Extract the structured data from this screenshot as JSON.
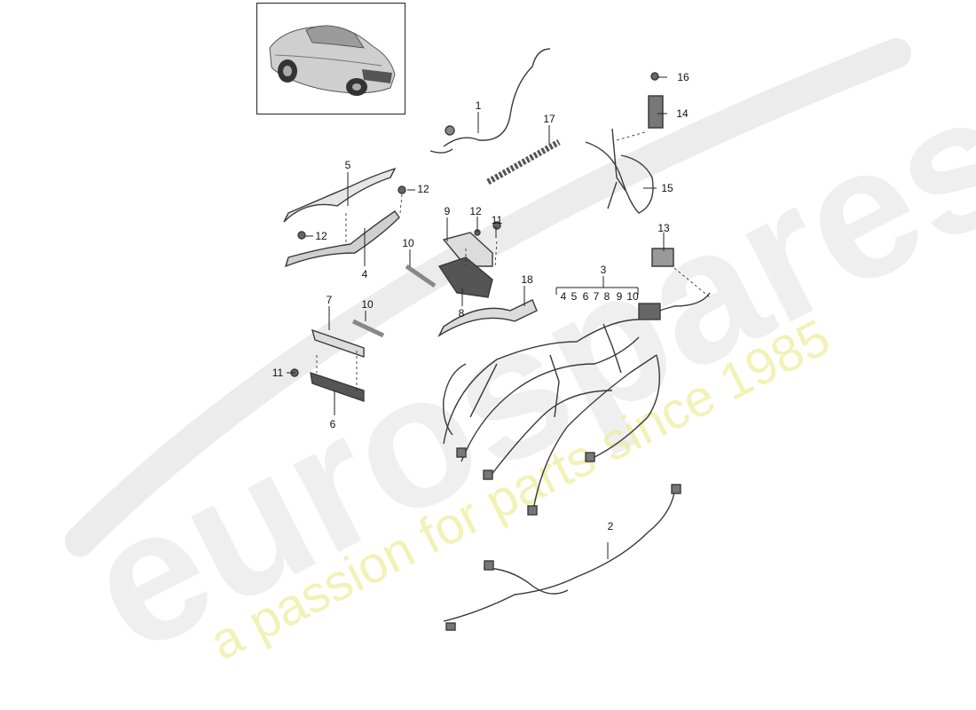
{
  "watermark": {
    "brand": "eurospares",
    "tagline": "a passion for parts since 1985",
    "brand_color": "#d9d9d9",
    "tagline_color": "#f2f2a6"
  },
  "thumbnail": {
    "icon": "car-rear-three-quarter-icon"
  },
  "callouts": [
    {
      "id": "1",
      "label": "1"
    },
    {
      "id": "2",
      "label": "2"
    },
    {
      "id": "3",
      "label": "3"
    },
    {
      "id": "4",
      "label": "4"
    },
    {
      "id": "5",
      "label": "5"
    },
    {
      "id": "6",
      "label": "6"
    },
    {
      "id": "7",
      "label": "7"
    },
    {
      "id": "8",
      "label": "8"
    },
    {
      "id": "9",
      "label": "9"
    },
    {
      "id": "10a",
      "label": "10"
    },
    {
      "id": "10b",
      "label": "10"
    },
    {
      "id": "11a",
      "label": "11"
    },
    {
      "id": "11b",
      "label": "11"
    },
    {
      "id": "12a",
      "label": "12"
    },
    {
      "id": "12b",
      "label": "12"
    },
    {
      "id": "12c",
      "label": "12"
    },
    {
      "id": "13",
      "label": "13"
    },
    {
      "id": "14",
      "label": "14"
    },
    {
      "id": "15",
      "label": "15"
    },
    {
      "id": "16",
      "label": "16"
    },
    {
      "id": "17",
      "label": "17"
    },
    {
      "id": "18",
      "label": "18"
    }
  ],
  "group_3": {
    "label": "3",
    "items": [
      "4",
      "5",
      "6",
      "7",
      "8",
      "9",
      "10"
    ]
  }
}
